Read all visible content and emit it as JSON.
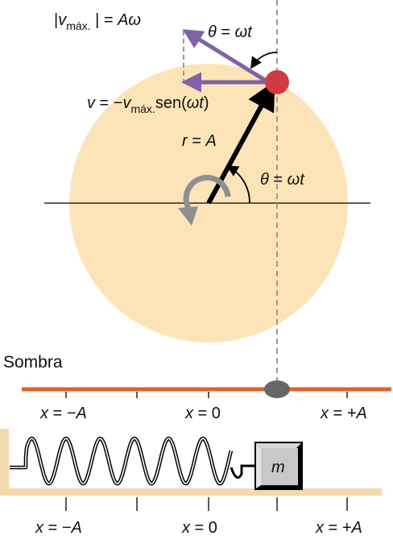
{
  "colors": {
    "circle_fill": "#FDE4B8",
    "mass_point": "#D13A45",
    "velocity_arrow": "#8062A6",
    "radius_arrow": "#000000",
    "shadow_bar": "#E0622E",
    "shadow_dot": "#666666",
    "rotation_arrow": "#8F8F8F",
    "dashed_guide": "#999999",
    "floor_wall": "#F3D9AE",
    "mass_block": "#C8C8C8"
  },
  "labels": {
    "vmax_mag": {
      "bar_open": "|",
      "v": "v",
      "sub": "máx.",
      "tail": " | = ",
      "rhs": "Aω"
    },
    "theta_top": {
      "var": "θ",
      "eq": " = ",
      "rhs": "ωt"
    },
    "velocity_x": {
      "v": "v",
      "eq": " = −",
      "v2": "v",
      "sub": "máx.",
      "fn": "sen(",
      "arg": "ωt",
      "close": ")"
    },
    "radius": {
      "var": "r",
      "eq": " = ",
      "rhs": "A"
    },
    "theta_center": {
      "var": "θ",
      "eq": " = ",
      "rhs": "ωt"
    },
    "shadow_title": "Sombra",
    "mass": "m"
  },
  "axis_top": [
    {
      "var": "x",
      "eq": " = ",
      "val": "−A"
    },
    {
      "var": "x",
      "eq": " = ",
      "val": "0"
    },
    {
      "var": "x",
      "eq": " = ",
      "val": "+A"
    }
  ],
  "axis_bottom": [
    {
      "var": "x",
      "eq": " = ",
      "val": "−A"
    },
    {
      "var": "x",
      "eq": " = ",
      "val": "0"
    },
    {
      "var": "x",
      "eq": " = ",
      "val": "+A"
    }
  ],
  "spring": {
    "coils": 6
  }
}
